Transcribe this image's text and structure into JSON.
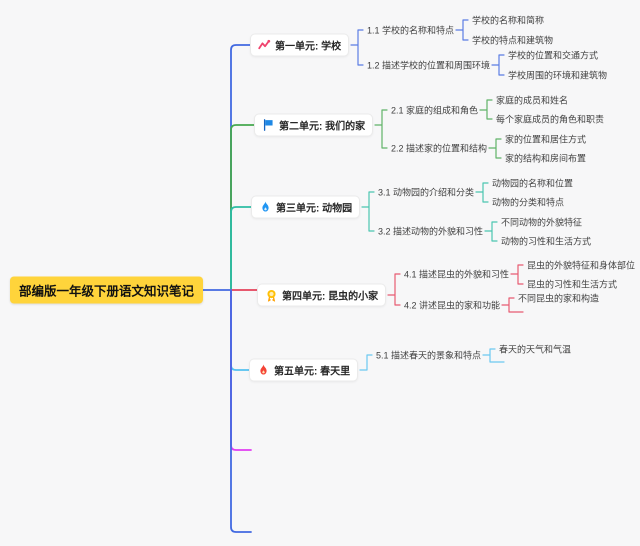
{
  "page": {
    "background": "#f7f7f8"
  },
  "root": {
    "label": "部编版一年级下册语文知识笔记",
    "bg_color": "#FFD43B",
    "text_color": "#111111",
    "link_color": "#4169E1"
  },
  "branches": [
    {
      "label": "第一单元: 学校",
      "icon": "trend-zigzag-icon",
      "icon_color": "#F0436E",
      "color": "#4169E1",
      "topics": [
        {
          "label": "1.1 学校的名称和特点",
          "leaves": [
            "学校的名称和简称",
            "学校的特点和建筑物"
          ]
        },
        {
          "label": "1.2 描述学校的位置和周围环境",
          "leaves": [
            "学校的位置和交通方式",
            "学校周围的环境和建筑物"
          ]
        }
      ]
    },
    {
      "label": "第二单元: 我们的家",
      "icon": "blue-flag-icon",
      "icon_color": "#1E88E5",
      "color": "#46A84F",
      "topics": [
        {
          "label": "2.1 家庭的组成和角色",
          "leaves": [
            "家庭的成员和姓名",
            "每个家庭成员的角色和职责"
          ]
        },
        {
          "label": "2.2 描述家的位置和结构",
          "leaves": [
            "家的位置和居住方式",
            "家的结构和房间布置"
          ]
        }
      ]
    },
    {
      "label": "第三单元: 动物园",
      "icon": "blue-flame-icon",
      "icon_color": "#2196F3",
      "color": "#2EBDA4",
      "topics": [
        {
          "label": "3.1 动物园的介绍和分类",
          "leaves": [
            "动物园的名称和位置",
            "动物的分类和特点"
          ]
        },
        {
          "label": "3.2 描述动物的外貌和习性",
          "leaves": [
            "不同动物的外貌特征",
            "动物的习性和生活方式"
          ]
        }
      ]
    },
    {
      "label": "第四单元: 昆虫的小家",
      "icon": "gold-medal-icon",
      "icon_color": "#FFC107",
      "color": "#E5415A",
      "topics": [
        {
          "label": "4.1 描述昆虫的外貌和习性",
          "leaves": [
            "昆虫的外貌特征和身体部位",
            "昆虫的习性和生活方式"
          ]
        },
        {
          "label": "4.2 讲述昆虫的家和功能",
          "leaves": [
            "不同昆虫的家和构造"
          ],
          "has_empty_prong": true
        }
      ]
    },
    {
      "label": "第五单元: 春天里",
      "icon": "red-flame-icon",
      "icon_color": "#F44336",
      "color": "#54C1F0",
      "topics": [
        {
          "label": "5.1 描述春天的景象和特点",
          "leaves": [
            "春天的天气和气温"
          ],
          "has_empty_prong": true
        }
      ]
    }
  ],
  "empty_stubs": [
    {
      "color": "#E23EF2"
    },
    {
      "color": "#4169E1"
    }
  ]
}
